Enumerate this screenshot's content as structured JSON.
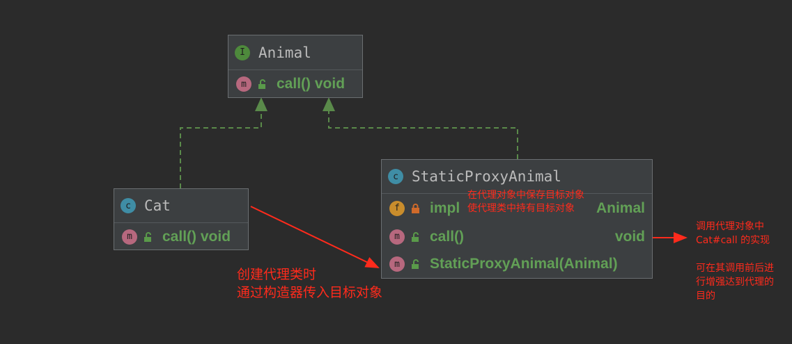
{
  "interface_animal": {
    "badge": "I",
    "name": "Animal",
    "method_badge": "m",
    "method": "call() void"
  },
  "class_cat": {
    "badge": "c",
    "name": "Cat",
    "method_badge": "m",
    "method": "call() void"
  },
  "class_proxy": {
    "badge": "c",
    "name": "StaticProxyAnimal",
    "field_badge": "f",
    "field_name": "impl",
    "field_type": "Animal",
    "method_badge": "m",
    "method_name": "call()",
    "method_type": "void",
    "ctor_badge": "m",
    "ctor": "StaticProxyAnimal(Animal)"
  },
  "annotations": {
    "field_note_line1": "在代理对象中保存目标对象",
    "field_note_line2": "使代理类中持有目标对象",
    "ctor_note_line1": "创建代理类时",
    "ctor_note_line2": "通过构造器传入目标对象",
    "call_note_line1": "调用代理对象中",
    "call_note_line2": "Cat#call 的实现",
    "call_note_line3": "可在其调用前后进",
    "call_note_line4": "行增强达到代理的",
    "call_note_line5": "目的"
  },
  "colors": {
    "background": "#2b2b2b",
    "box": "#3c3f41",
    "member_text": "#62a056",
    "relation_line": "#5a8a4a",
    "annotation": "#ff2b1c"
  }
}
